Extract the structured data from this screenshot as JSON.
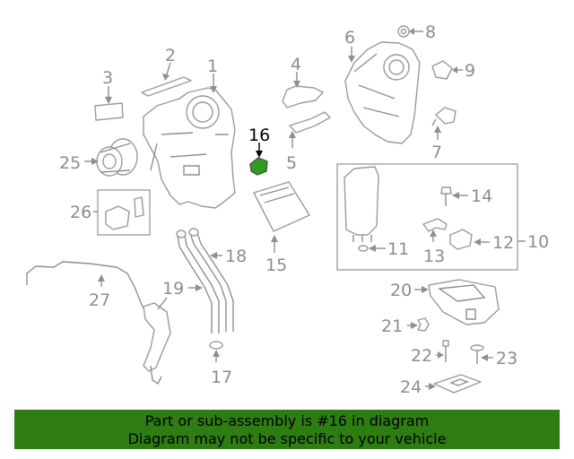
{
  "callouts": {
    "p1": "1",
    "p2": "2",
    "p3": "3",
    "p4": "4",
    "p5": "5",
    "p6": "6",
    "p7": "7",
    "p8": "8",
    "p9": "9",
    "p10": "10",
    "p11": "11",
    "p12": "12",
    "p13": "13",
    "p14": "14",
    "p15": "15",
    "p16": "16",
    "p17": "17",
    "p18": "18",
    "p19": "19",
    "p20": "20",
    "p21": "21",
    "p22": "22",
    "p23": "23",
    "p24": "24",
    "p25": "25",
    "p26": "26",
    "p27": "27"
  },
  "highlight": {
    "part": "16",
    "color": "#2e9e1f"
  },
  "banner": {
    "line1": "Part or sub-assembly is #16 in diagram",
    "line2": "Diagram may not be specific to your vehicle",
    "color": "#2e7d13"
  }
}
